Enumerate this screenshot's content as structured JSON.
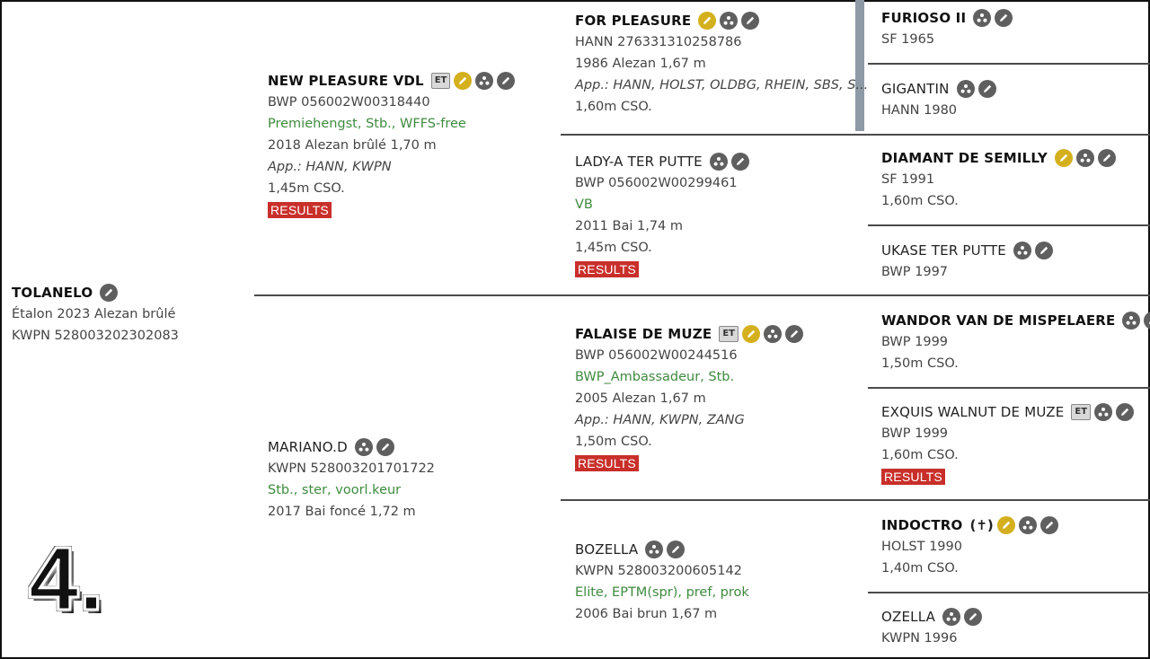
{
  "watermark": "4.",
  "subject": {
    "name": "TOLANELO",
    "details": [
      "Étalon 2023 Alezan brûlé",
      "KWPN 528003202302083"
    ],
    "icons": [
      "pencil-icon"
    ]
  },
  "sire": {
    "name": "NEW PLEASURE VDL",
    "et": "ET",
    "icons": [
      "gold-pencil-icon",
      "family-icon",
      "pencil-icon"
    ],
    "reg": "BWP 056002W00318440",
    "green": "Premiehengst, Stb., WFFS-free",
    "birth": "2018 Alezan brûlé 1,70 m",
    "app": "App.: HANN, KWPN",
    "level": "1,45m CSO.",
    "results": "RESULTS"
  },
  "dam": {
    "name": "MARIANO.D",
    "icons": [
      "family-icon",
      "pencil-icon"
    ],
    "reg": "KWPN 528003201701722",
    "green": "Stb., ster, voorl.keur",
    "birth": "2017 Bai foncé 1,72 m"
  },
  "ss": {
    "name": "FOR PLEASURE",
    "icons": [
      "gold-pencil-icon",
      "family-icon",
      "pencil-icon"
    ],
    "reg": "HANN 276331310258786",
    "birth": "1986 Alezan 1,67 m",
    "app": "App.: HANN, HOLST, OLDBG, RHEIN, SBS, S...",
    "level": "1,60m CSO."
  },
  "sd": {
    "name": "LADY-A TER PUTTE",
    "icons": [
      "family-icon",
      "pencil-icon"
    ],
    "reg": "BWP 056002W00299461",
    "green": "VB",
    "birth": "2011 Bai 1,74 m",
    "level": "1,45m CSO.",
    "results": "RESULTS"
  },
  "ds": {
    "name": "FALAISE DE MUZE",
    "et": "ET",
    "icons": [
      "gold-pencil-icon",
      "family-icon",
      "pencil-icon"
    ],
    "reg": "BWP 056002W00244516",
    "green": "BWP_Ambassadeur, Stb.",
    "birth": "2005 Alezan 1,67 m",
    "app": "App.: HANN, KWPN, ZANG",
    "level": "1,50m CSO.",
    "results": "RESULTS"
  },
  "dd": {
    "name": "BOZELLA",
    "icons": [
      "family-icon",
      "pencil-icon"
    ],
    "reg": "KWPN 528003200605142",
    "green": "Elite, EPTM(spr), pref, prok",
    "birth": "2006 Bai brun 1,67 m"
  },
  "sss": {
    "name": "FURIOSO II",
    "icons": [
      "family-icon",
      "pencil-icon"
    ],
    "line": "SF 1965"
  },
  "ssd": {
    "name": "GIGANTIN",
    "icons": [
      "family-icon",
      "pencil-icon"
    ],
    "line": "HANN 1980"
  },
  "sds": {
    "name": "DIAMANT DE SEMILLY",
    "icons": [
      "gold-pencil-icon",
      "family-icon",
      "pencil-icon"
    ],
    "line": "SF 1991",
    "level": "1,60m CSO."
  },
  "sdd": {
    "name": "UKASE TER PUTTE",
    "icons": [
      "family-icon",
      "pencil-icon"
    ],
    "line": "BWP 1997"
  },
  "dss": {
    "name": "WANDOR VAN DE MISPELAERE",
    "icons": [
      "family-icon",
      "pencil-icon"
    ],
    "line": "BWP 1999",
    "level": "1,50m CSO."
  },
  "dsd": {
    "name": "EXQUIS WALNUT DE MUZE",
    "et": "ET",
    "icons": [
      "family-icon",
      "pencil-icon"
    ],
    "line": "BWP 1999",
    "level": "1,60m CSO.",
    "results": "RESULTS"
  },
  "dds": {
    "name": "INDOCTRO",
    "cross": "(✝)",
    "icons": [
      "gold-pencil-icon",
      "family-icon",
      "pencil-icon"
    ],
    "line": "HOLST 1990",
    "level": "1,40m CSO."
  },
  "ddd": {
    "name": "OZELLA",
    "icons": [
      "family-icon",
      "pencil-icon"
    ],
    "line": "KWPN 1996"
  }
}
